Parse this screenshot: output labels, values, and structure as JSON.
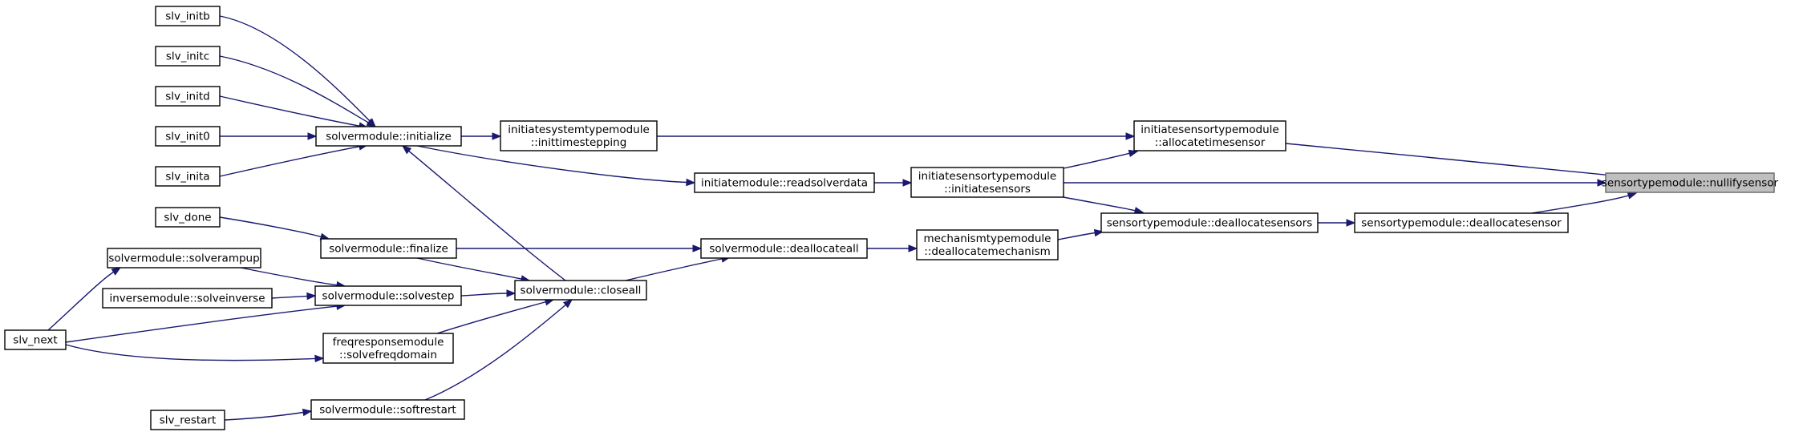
{
  "diagram": {
    "edge_color": "#191970",
    "root_fill": "#bfbfbf",
    "nodes": [
      {
        "id": "nullifysensor",
        "lines": [
          "sensortypemodule::nullifysensor"
        ],
        "root": true
      },
      {
        "id": "allocatetimesensor",
        "lines": [
          "initiatesensortypemodule",
          "::allocatetimesensor"
        ]
      },
      {
        "id": "initiatesensors",
        "lines": [
          "initiatesensortypemodule",
          "::initiatesensors"
        ]
      },
      {
        "id": "deallocatesensor",
        "lines": [
          "sensortypemodule::deallocatesensor"
        ]
      },
      {
        "id": "deallocatesensors",
        "lines": [
          "sensortypemodule::deallocatesensors"
        ]
      },
      {
        "id": "inittimestepping",
        "lines": [
          "initiatesystemtypemodule",
          "::inittimestepping"
        ]
      },
      {
        "id": "readsolverdata",
        "lines": [
          "initiatemodule::readsolverdata"
        ]
      },
      {
        "id": "deallocatemechanism",
        "lines": [
          "mechanismtypemodule",
          "::deallocatemechanism"
        ]
      },
      {
        "id": "deallocateall",
        "lines": [
          "solvermodule::deallocateall"
        ]
      },
      {
        "id": "initialize",
        "lines": [
          "solvermodule::initialize"
        ]
      },
      {
        "id": "finalize",
        "lines": [
          "solvermodule::finalize"
        ]
      },
      {
        "id": "closeall",
        "lines": [
          "solvermodule::closeall"
        ]
      },
      {
        "id": "solvestep",
        "lines": [
          "solvermodule::solvestep"
        ]
      },
      {
        "id": "solvefreqdomain",
        "lines": [
          "freqresponsemodule",
          "::solvefreqdomain"
        ]
      },
      {
        "id": "softrestart",
        "lines": [
          "solvermodule::softrestart"
        ]
      },
      {
        "id": "solverampup",
        "lines": [
          "solvermodule::solverampup"
        ]
      },
      {
        "id": "solveinverse",
        "lines": [
          "inversemodule::solveinverse"
        ]
      },
      {
        "id": "slv_initb",
        "lines": [
          "slv_initb"
        ]
      },
      {
        "id": "slv_initc",
        "lines": [
          "slv_initc"
        ]
      },
      {
        "id": "slv_initd",
        "lines": [
          "slv_initd"
        ]
      },
      {
        "id": "slv_init0",
        "lines": [
          "slv_init0"
        ]
      },
      {
        "id": "slv_inita",
        "lines": [
          "slv_inita"
        ]
      },
      {
        "id": "slv_done",
        "lines": [
          "slv_done"
        ]
      },
      {
        "id": "slv_next",
        "lines": [
          "slv_next"
        ]
      },
      {
        "id": "slv_restart",
        "lines": [
          "slv_restart"
        ]
      }
    ],
    "edges": [
      {
        "from": "allocatetimesensor",
        "to": "nullifysensor"
      },
      {
        "from": "initiatesensors",
        "to": "nullifysensor"
      },
      {
        "from": "deallocatesensor",
        "to": "nullifysensor"
      },
      {
        "from": "inittimestepping",
        "to": "allocatetimesensor"
      },
      {
        "from": "initiatesensors",
        "to": "allocatetimesensor"
      },
      {
        "from": "readsolverdata",
        "to": "initiatesensors"
      },
      {
        "from": "initiatesensors",
        "to": "deallocatesensors"
      },
      {
        "from": "deallocatesensors",
        "to": "deallocatesensor"
      },
      {
        "from": "deallocatemechanism",
        "to": "deallocatesensors"
      },
      {
        "from": "initialize",
        "to": "inittimestepping"
      },
      {
        "from": "initialize",
        "to": "readsolverdata"
      },
      {
        "from": "deallocateall",
        "to": "deallocatemechanism"
      },
      {
        "from": "finalize",
        "to": "deallocateall"
      },
      {
        "from": "closeall",
        "to": "deallocateall"
      },
      {
        "from": "slv_initb",
        "to": "initialize"
      },
      {
        "from": "slv_initc",
        "to": "initialize"
      },
      {
        "from": "slv_initd",
        "to": "initialize"
      },
      {
        "from": "slv_init0",
        "to": "initialize"
      },
      {
        "from": "slv_inita",
        "to": "initialize"
      },
      {
        "from": "closeall",
        "to": "initialize"
      },
      {
        "from": "slv_done",
        "to": "finalize"
      },
      {
        "from": "finalize",
        "to": "closeall"
      },
      {
        "from": "solvestep",
        "to": "closeall"
      },
      {
        "from": "solvefreqdomain",
        "to": "closeall"
      },
      {
        "from": "softrestart",
        "to": "closeall"
      },
      {
        "from": "solverampup",
        "to": "solvestep"
      },
      {
        "from": "solveinverse",
        "to": "solvestep"
      },
      {
        "from": "slv_next",
        "to": "solvestep"
      },
      {
        "from": "slv_next",
        "to": "solverampup"
      },
      {
        "from": "slv_next",
        "to": "solvefreqdomain"
      },
      {
        "from": "slv_restart",
        "to": "softrestart"
      }
    ]
  }
}
